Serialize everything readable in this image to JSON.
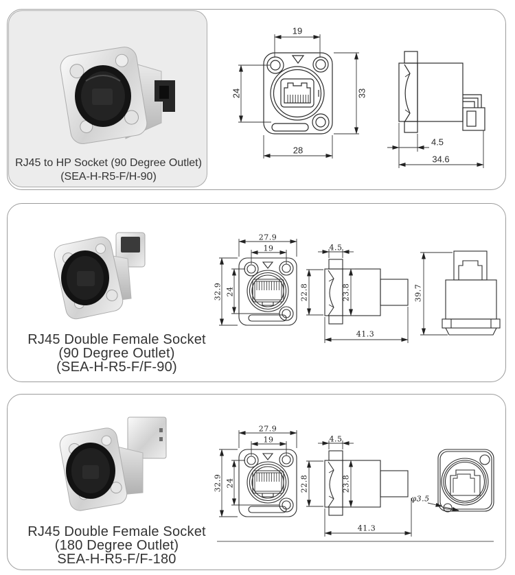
{
  "colors": {
    "panel_border": "#9b9b9b",
    "photo_box_bg": "#ececec",
    "drawing_line": "#2b2b2b",
    "caption_text": "#333333"
  },
  "panels": [
    {
      "caption": [
        "RJ45 to HP Socket (90 Degree Outlet)",
        "(SEA-H-R5-F/H-90)"
      ],
      "dims": {
        "hole_spacing_w": "19",
        "hole_spacing_h": "24",
        "flange_h": "33",
        "flange_w": "28",
        "flange_thickness": "4.5",
        "total_depth": "34.6"
      }
    },
    {
      "caption": [
        "RJ45 Double Female Socket",
        "(90 Degree Outlet)",
        "(SEA-H-R5-F/F-90)"
      ],
      "dims": {
        "flange_w": "27.9",
        "hole_spacing_w": "19",
        "flange_h": "32.9",
        "hole_spacing_h": "24",
        "flange_thickness": "4.5",
        "gasket_h": "22.8",
        "body_h": "23.8",
        "total_depth": "41.3",
        "rear_h": "39.7"
      }
    },
    {
      "caption": [
        "RJ45 Double Female Socket",
        "(180 Degree Outlet)",
        "SEA-H-R5-F/F-180"
      ],
      "dims": {
        "flange_w": "27.9",
        "hole_spacing_w": "19",
        "flange_h": "32.9",
        "hole_spacing_h": "24",
        "flange_thickness": "4.5",
        "gasket_h": "22.8",
        "body_h": "23.8",
        "total_depth": "41.3",
        "hole_dia": "φ3.5"
      }
    }
  ]
}
